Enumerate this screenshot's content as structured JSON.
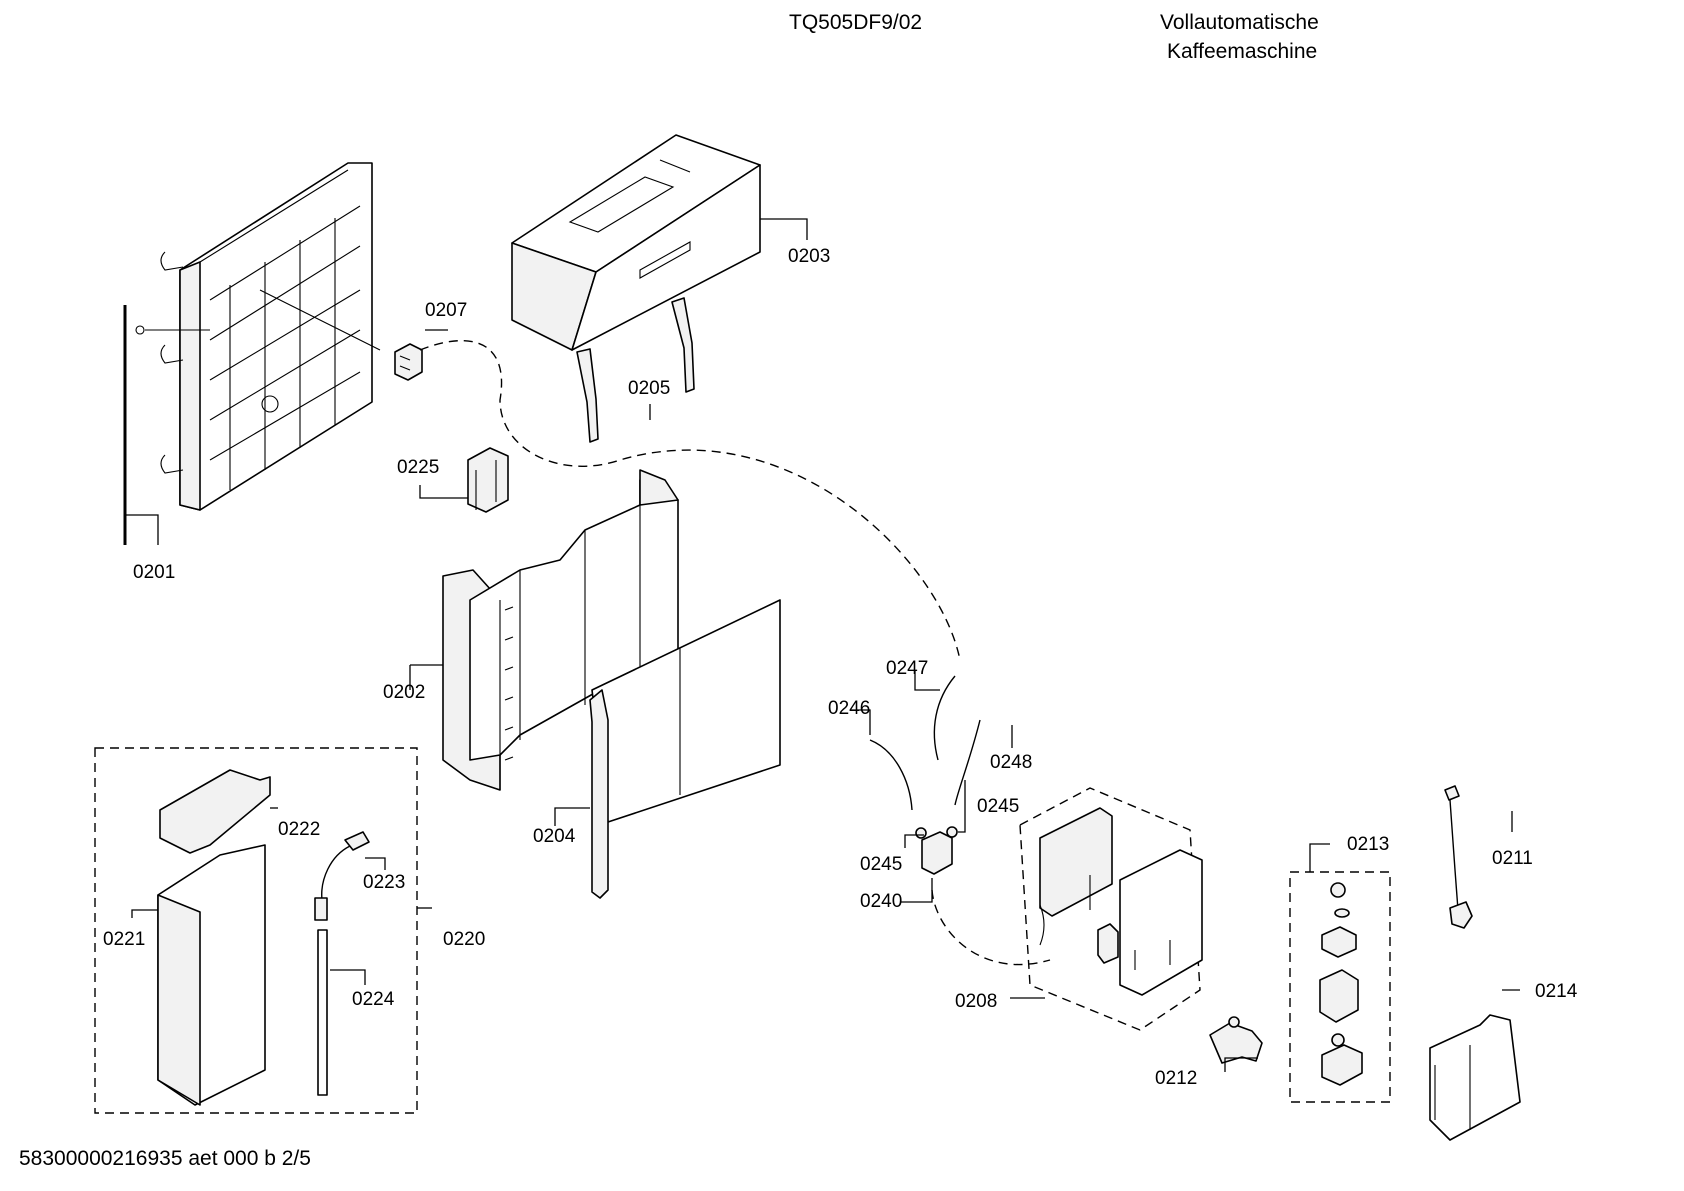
{
  "header": {
    "model": "TQ505DF9/02",
    "description_line1": "Vollautomatische",
    "description_line2": "Kaffeemaschine"
  },
  "footer": {
    "document_code": "58300000216935 aet 000 b 2/5"
  },
  "parts": [
    {
      "id": "p0201",
      "label": "0201"
    },
    {
      "id": "p0202",
      "label": "0202"
    },
    {
      "id": "p0203",
      "label": "0203"
    },
    {
      "id": "p0204",
      "label": "0204"
    },
    {
      "id": "p0205",
      "label": "0205"
    },
    {
      "id": "p0207",
      "label": "0207"
    },
    {
      "id": "p0208",
      "label": "0208"
    },
    {
      "id": "p0211",
      "label": "0211"
    },
    {
      "id": "p0212",
      "label": "0212"
    },
    {
      "id": "p0213",
      "label": "0213"
    },
    {
      "id": "p0214",
      "label": "0214"
    },
    {
      "id": "p0220",
      "label": "0220"
    },
    {
      "id": "p0221",
      "label": "0221"
    },
    {
      "id": "p0222",
      "label": "0222"
    },
    {
      "id": "p0223",
      "label": "0223"
    },
    {
      "id": "p0224",
      "label": "0224"
    },
    {
      "id": "p0225",
      "label": "0225"
    },
    {
      "id": "p0240",
      "label": "0240"
    },
    {
      "id": "p0245a",
      "label": "0245"
    },
    {
      "id": "p0245b",
      "label": "0245"
    },
    {
      "id": "p0246",
      "label": "0246"
    },
    {
      "id": "p0247",
      "label": "0247"
    },
    {
      "id": "p0248",
      "label": "0248"
    }
  ]
}
